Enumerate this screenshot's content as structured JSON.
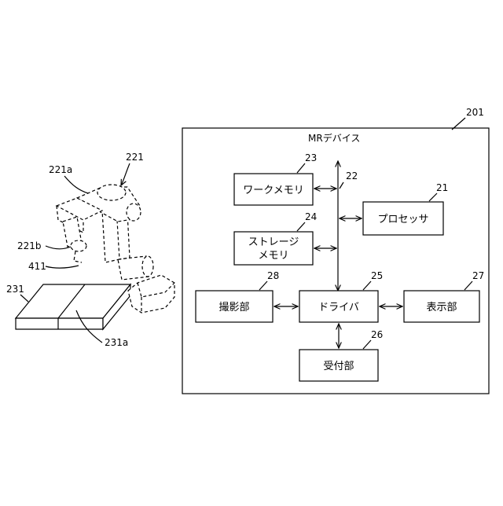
{
  "device": {
    "title": "MRデバイス",
    "ref": "201"
  },
  "blocks": {
    "work_memory": {
      "label": "ワークメモリ",
      "ref": "23"
    },
    "storage_memory": {
      "line1": "ストレージ",
      "line2": "メモリ",
      "ref": "24"
    },
    "processor": {
      "label": "プロセッサ",
      "ref": "21"
    },
    "camera": {
      "label": "撮影部",
      "ref": "28"
    },
    "driver": {
      "label": "ドライバ",
      "ref": "25"
    },
    "display": {
      "label": "表示部",
      "ref": "27"
    },
    "receiver": {
      "label": "受付部",
      "ref": "26"
    },
    "bus": {
      "ref": "22"
    }
  },
  "robot": {
    "ref": "221",
    "ref_a": "221a",
    "ref_b": "221b",
    "ref_tip": "411"
  },
  "table": {
    "ref": "231",
    "ref_a": "231a"
  }
}
